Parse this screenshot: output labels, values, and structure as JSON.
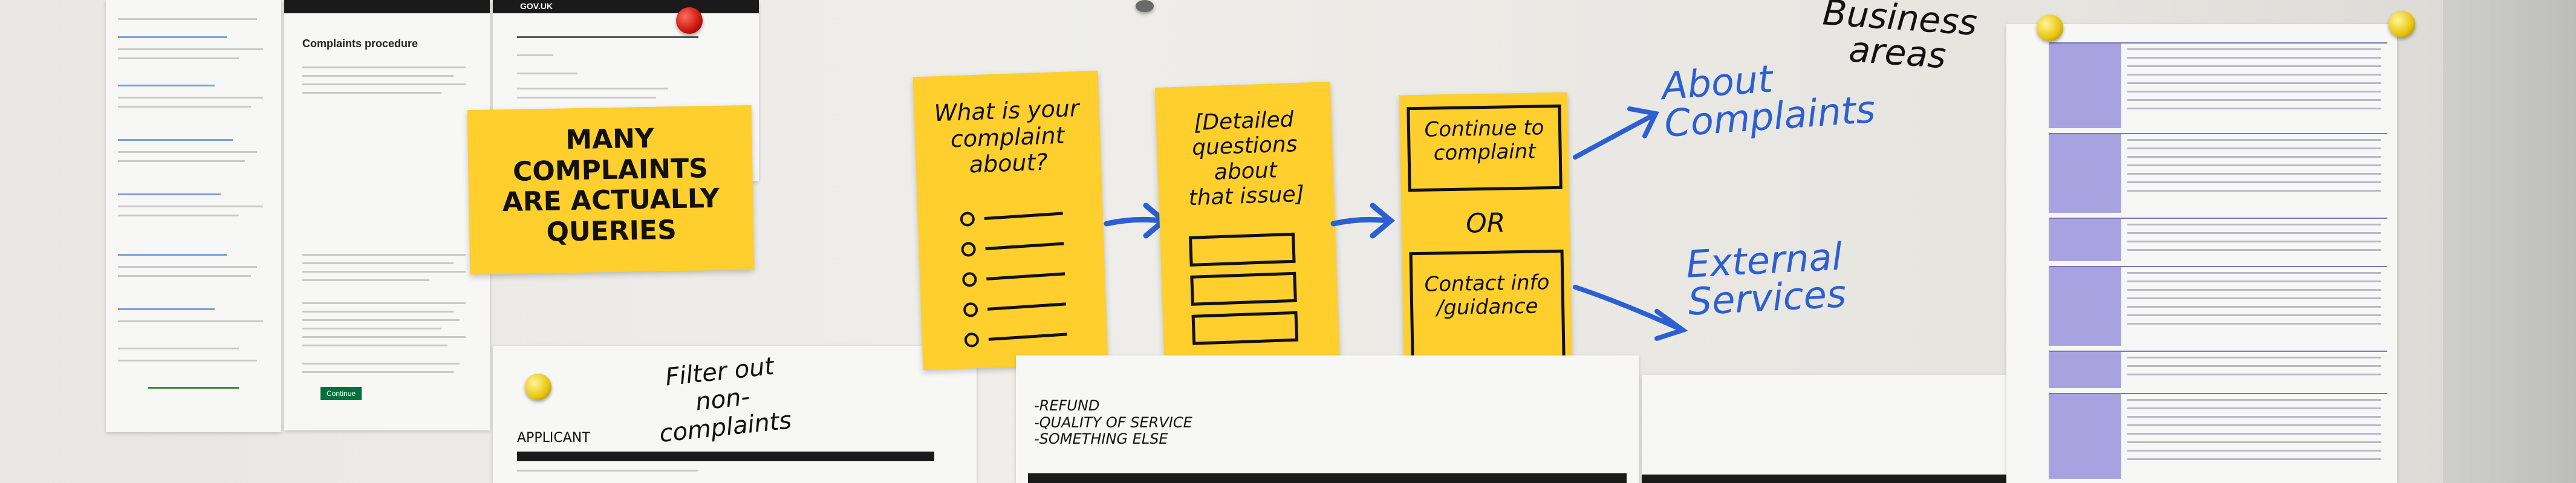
{
  "scene": "Whiteboard wall with printed GOV.UK page mockups, yellow sticky notes and blue marker arrows",
  "stickies": {
    "queries": "MANY COMPLAINTS\nARE ACTUALLY\nQUERIES",
    "what_about": "What is your\ncomplaint\nabout?",
    "detailed": "[Detailed\nquestions about\nthat issue]",
    "continue": "Continue to\ncomplaint",
    "or": "OR",
    "contact": "Contact info\n/guidance"
  },
  "handwriting": {
    "business_areas": "Business\nareas",
    "about_complaints": "About\nComplaints",
    "external_services": "External\nServices",
    "filter_out": "Filter out\nnon-complaints",
    "applicant": "APPLICANT",
    "reasons": "-REFUND\n-QUALITY OF SERVICE\n-SOMETHING ELSE"
  },
  "printouts": {
    "complaints_heading": "Complaints procedure",
    "continue_button": "Continue",
    "govuk_label": "GOV.UK"
  },
  "colors": {
    "sticky": "#ffcf2e",
    "marker_blue": "#2c5fd1",
    "table_accent": "#a9a2e0",
    "govuk_bar": "#1a1a1a",
    "pin_red": "#c8140c",
    "pin_yellow": "#e8c40a"
  }
}
